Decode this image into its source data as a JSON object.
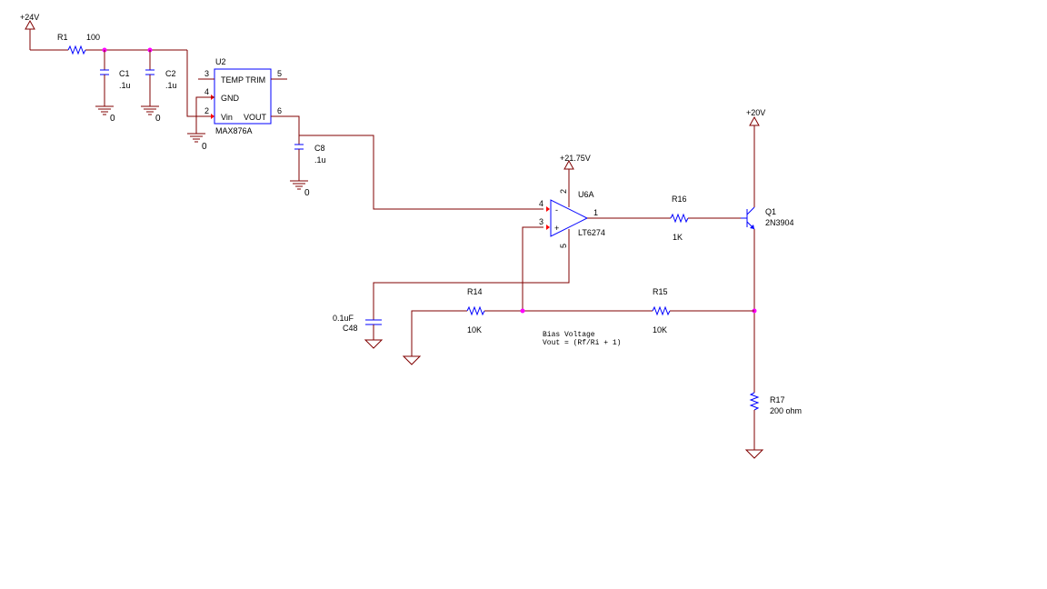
{
  "power": {
    "v24": "+24V",
    "v20": "+20V",
    "v2175": "+21.75V"
  },
  "ground_label": "0",
  "parts": {
    "r1": {
      "ref": "R1",
      "value": "100"
    },
    "c1": {
      "ref": "C1",
      "value": ".1u"
    },
    "c2": {
      "ref": "C2",
      "value": ".1u"
    },
    "c8": {
      "ref": "C8",
      "value": ".1u"
    },
    "c48": {
      "ref": "C48",
      "value": "0.1uF"
    },
    "u2": {
      "ref": "U2",
      "part": "MAX876A",
      "pins": {
        "temp_trim": "TEMP TRIM",
        "gnd": "GND",
        "vin": "Vin",
        "vout": "VOUT"
      },
      "pin_numbers": {
        "temp_trim": "3",
        "temp_trim_r": "5",
        "gnd": "4",
        "vin": "2",
        "vout": "6"
      }
    },
    "u6a": {
      "ref": "U6A",
      "part": "LT6274",
      "pin_numbers": {
        "inv": "4",
        "noninv": "3",
        "out": "1",
        "vpos": "2",
        "vneg": "5"
      },
      "inv_sign": "-",
      "noninv_sign": "+"
    },
    "r16": {
      "ref": "R16",
      "value": "1K"
    },
    "r14": {
      "ref": "R14",
      "value": "10K"
    },
    "r15": {
      "ref": "R15",
      "value": "10K"
    },
    "r17": {
      "ref": "R17",
      "value": "200 ohm"
    },
    "q1": {
      "ref": "Q1",
      "part": "2N3904"
    }
  },
  "note": {
    "line1": "Bias Voltage",
    "line2": "Vout = (Rf/Ri + 1)"
  }
}
